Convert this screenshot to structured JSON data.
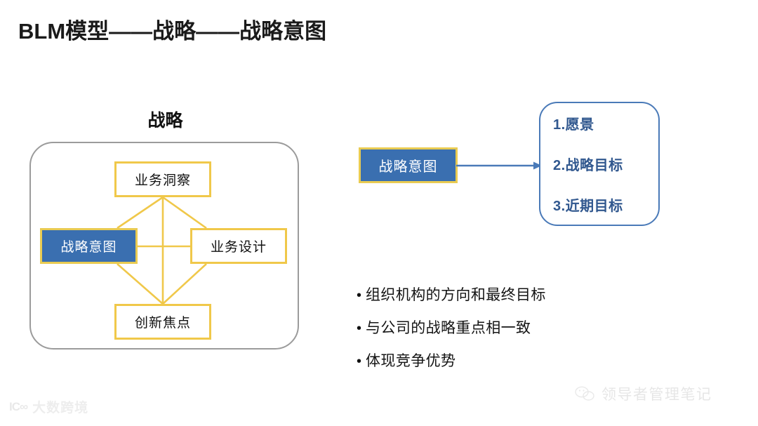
{
  "slide": {
    "title": "BLM模型——战略——战略意图"
  },
  "left_panel": {
    "heading": "战略",
    "frame_name": "strategy-frame",
    "nodes": [
      {
        "id": "business-insight",
        "label": "业务洞察",
        "highlighted": false
      },
      {
        "id": "strategic-intent",
        "label": "战略意图",
        "highlighted": true
      },
      {
        "id": "business-design",
        "label": "业务设计",
        "highlighted": false
      },
      {
        "id": "innovation-focus",
        "label": "创新焦点",
        "highlighted": false
      }
    ]
  },
  "right_panel": {
    "source_label": "战略意图",
    "goals": [
      "1.愿景",
      "2.战略目标",
      "3.近期目标"
    ]
  },
  "bullets": [
    {
      "marker": "•",
      "text": "组织机构的方向和最终目标"
    },
    {
      "marker": "•",
      "text": "与公司的战略重点相一致"
    },
    {
      "marker": "•",
      "text": "体现竞争优势"
    }
  ],
  "watermarks": {
    "bottom_left_mark": "IC∞",
    "bottom_left": "大数跨境",
    "bottom_right": "领导者管理笔记"
  },
  "colors": {
    "accent_blue": "#3a6fb0",
    "node_border_gold": "#f0c84a",
    "frame_gray": "#9b9b9b",
    "goal_text_blue": "#31588f",
    "card_border_blue": "#4a7ab8",
    "arrow_blue": "#4a7ab8"
  }
}
